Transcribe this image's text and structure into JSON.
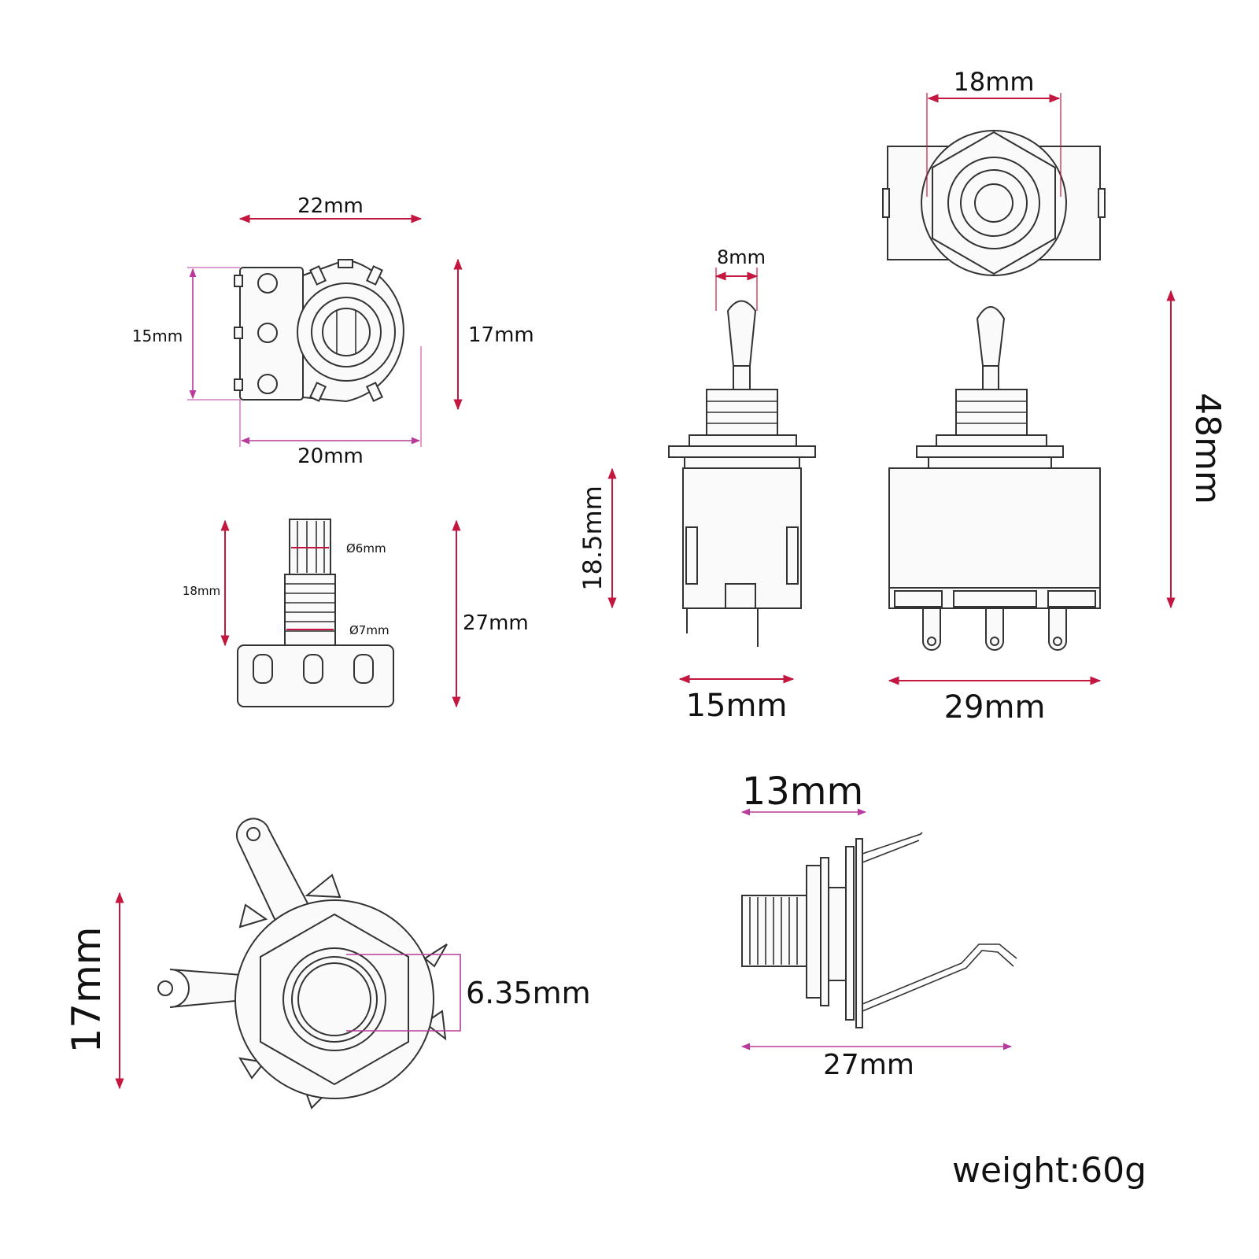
{
  "colors": {
    "dimension_red": "#c4173f",
    "dimension_magenta": "#b83a9c",
    "outline": "#333333"
  },
  "potentiometer": {
    "top_view": {
      "width_outer": "22mm",
      "height_lugs": "15mm",
      "height_body": "17mm",
      "width_body": "20mm"
    },
    "side_view": {
      "shaft_height": "18mm",
      "shaft_diameter": "Ø6mm",
      "bushing_diameter": "Ø7mm",
      "total_height": "27mm"
    }
  },
  "toggle_switch": {
    "top_view_width": "18mm",
    "lever_width": "8mm",
    "body_height": "18.5mm",
    "total_height": "48mm",
    "side_width": "15mm",
    "front_width": "29mm"
  },
  "jack": {
    "front_view_height": "17mm",
    "front_view_hole": "6.35mm",
    "side_view_thread": "13mm",
    "side_view_length": "27mm"
  },
  "weight": "weight:60g"
}
